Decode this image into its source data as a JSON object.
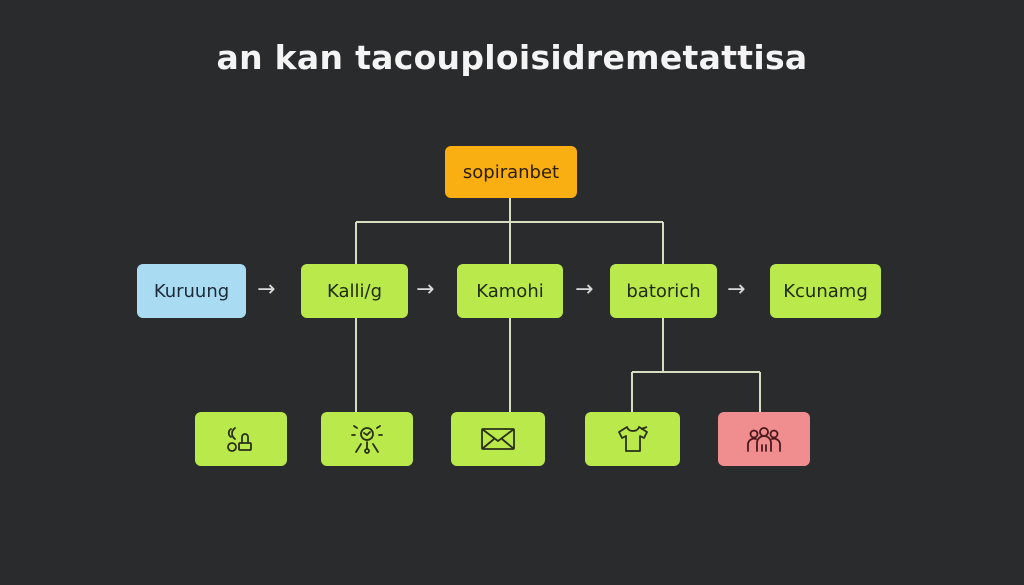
{
  "title": "an kan tacouploisidremetattisa",
  "root": {
    "label": "sopiranbet",
    "color": "#f9ae12"
  },
  "flow": [
    {
      "label": "Kuruung",
      "color": "#a9dcf3"
    },
    {
      "label": "Kalli/g",
      "color": "#b9e94a"
    },
    {
      "label": "Kamohi",
      "color": "#b9e94a"
    },
    {
      "label": "batorich",
      "color": "#b9e94a"
    },
    {
      "label": "Kcunamg",
      "color": "#b9e94a"
    }
  ],
  "arrow_glyph": "→",
  "icons": [
    {
      "icon": "tools-icon",
      "color": "#b9e94a"
    },
    {
      "icon": "person-signal-icon",
      "color": "#b9e94a"
    },
    {
      "icon": "envelope-icon",
      "color": "#b9e94a"
    },
    {
      "icon": "shirt-icon",
      "color": "#b9e94a"
    },
    {
      "icon": "group-icon",
      "color": "#f08d8f"
    }
  ],
  "connector_color": "#d8dcc0"
}
